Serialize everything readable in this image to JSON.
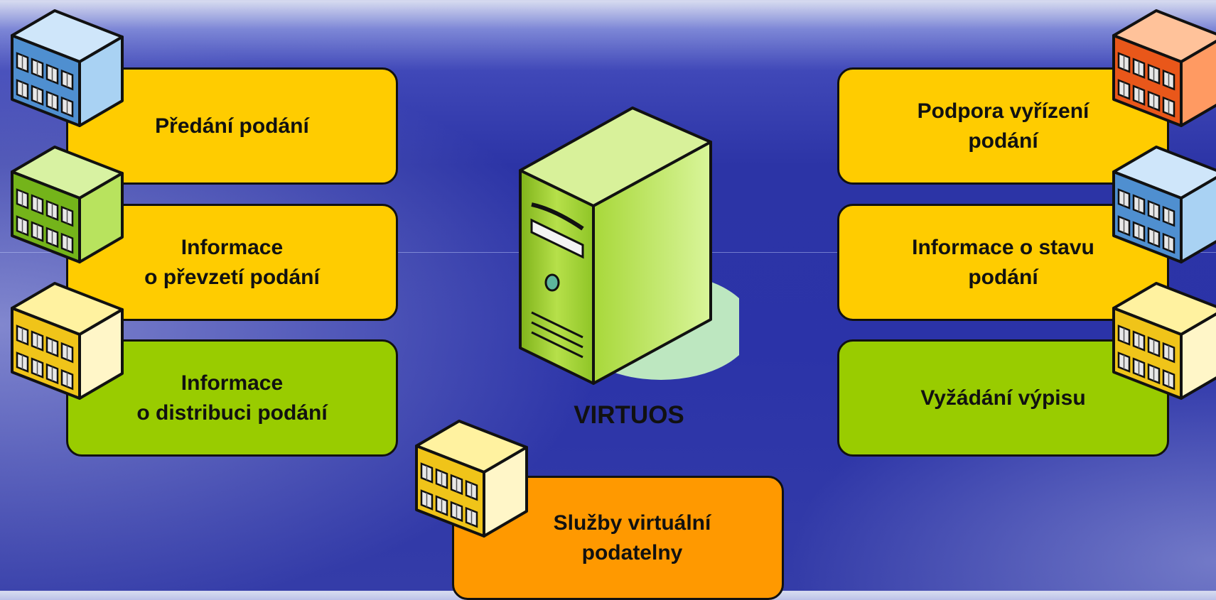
{
  "center": {
    "label": "VIRTUOS"
  },
  "left": [
    {
      "label": "Předání podání",
      "color": "#ffcc00",
      "building_color": "blue"
    },
    {
      "label": "Informace\no převzetí podání",
      "color": "#ffcc00",
      "building_color": "green"
    },
    {
      "label": "Informace\no distribuci podání",
      "color": "#99cc00",
      "building_color": "yellow"
    }
  ],
  "right": [
    {
      "label": "Podpora vyřízení\npodání",
      "color": "#ffcc00",
      "building_color": "orange"
    },
    {
      "label": "Informace o stavu\npodání",
      "color": "#ffcc00",
      "building_color": "blue"
    },
    {
      "label": "Vyžádání výpisu",
      "color": "#99cc00",
      "building_color": "yellow"
    }
  ],
  "bottom": {
    "label": "Služby virtuální\npodatelny",
    "color": "#ff9900",
    "building_color": "yellow"
  },
  "colors": {
    "background": "#2b33a8",
    "yellow_box": "#ffcc00",
    "green_box": "#99cc00",
    "orange_box": "#ff9900",
    "server": "#99cc33"
  }
}
